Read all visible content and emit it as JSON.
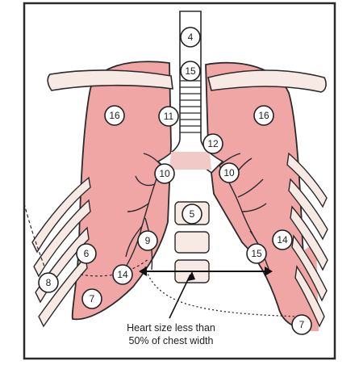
{
  "colors": {
    "lung_fill": "#f1a6a6",
    "rib_fill": "#f7e9e3",
    "outline": "#2a2a2a",
    "background": "#ffffff",
    "mediastinum": "#ffffff"
  },
  "labels": {
    "n4": "4",
    "n15_top": "15",
    "n16_left": "16",
    "n16_right": "16",
    "n11": "11",
    "n12": "12",
    "n10_left": "10",
    "n10_right": "10",
    "n5": "5",
    "n6": "6",
    "n8": "8",
    "n9": "9",
    "n14_left": "14",
    "n14_right": "14",
    "n15_right": "15",
    "n7_left": "7",
    "n7_right": "7"
  },
  "caption": {
    "line1": "Heart size less than",
    "line2": "50% of chest width"
  }
}
